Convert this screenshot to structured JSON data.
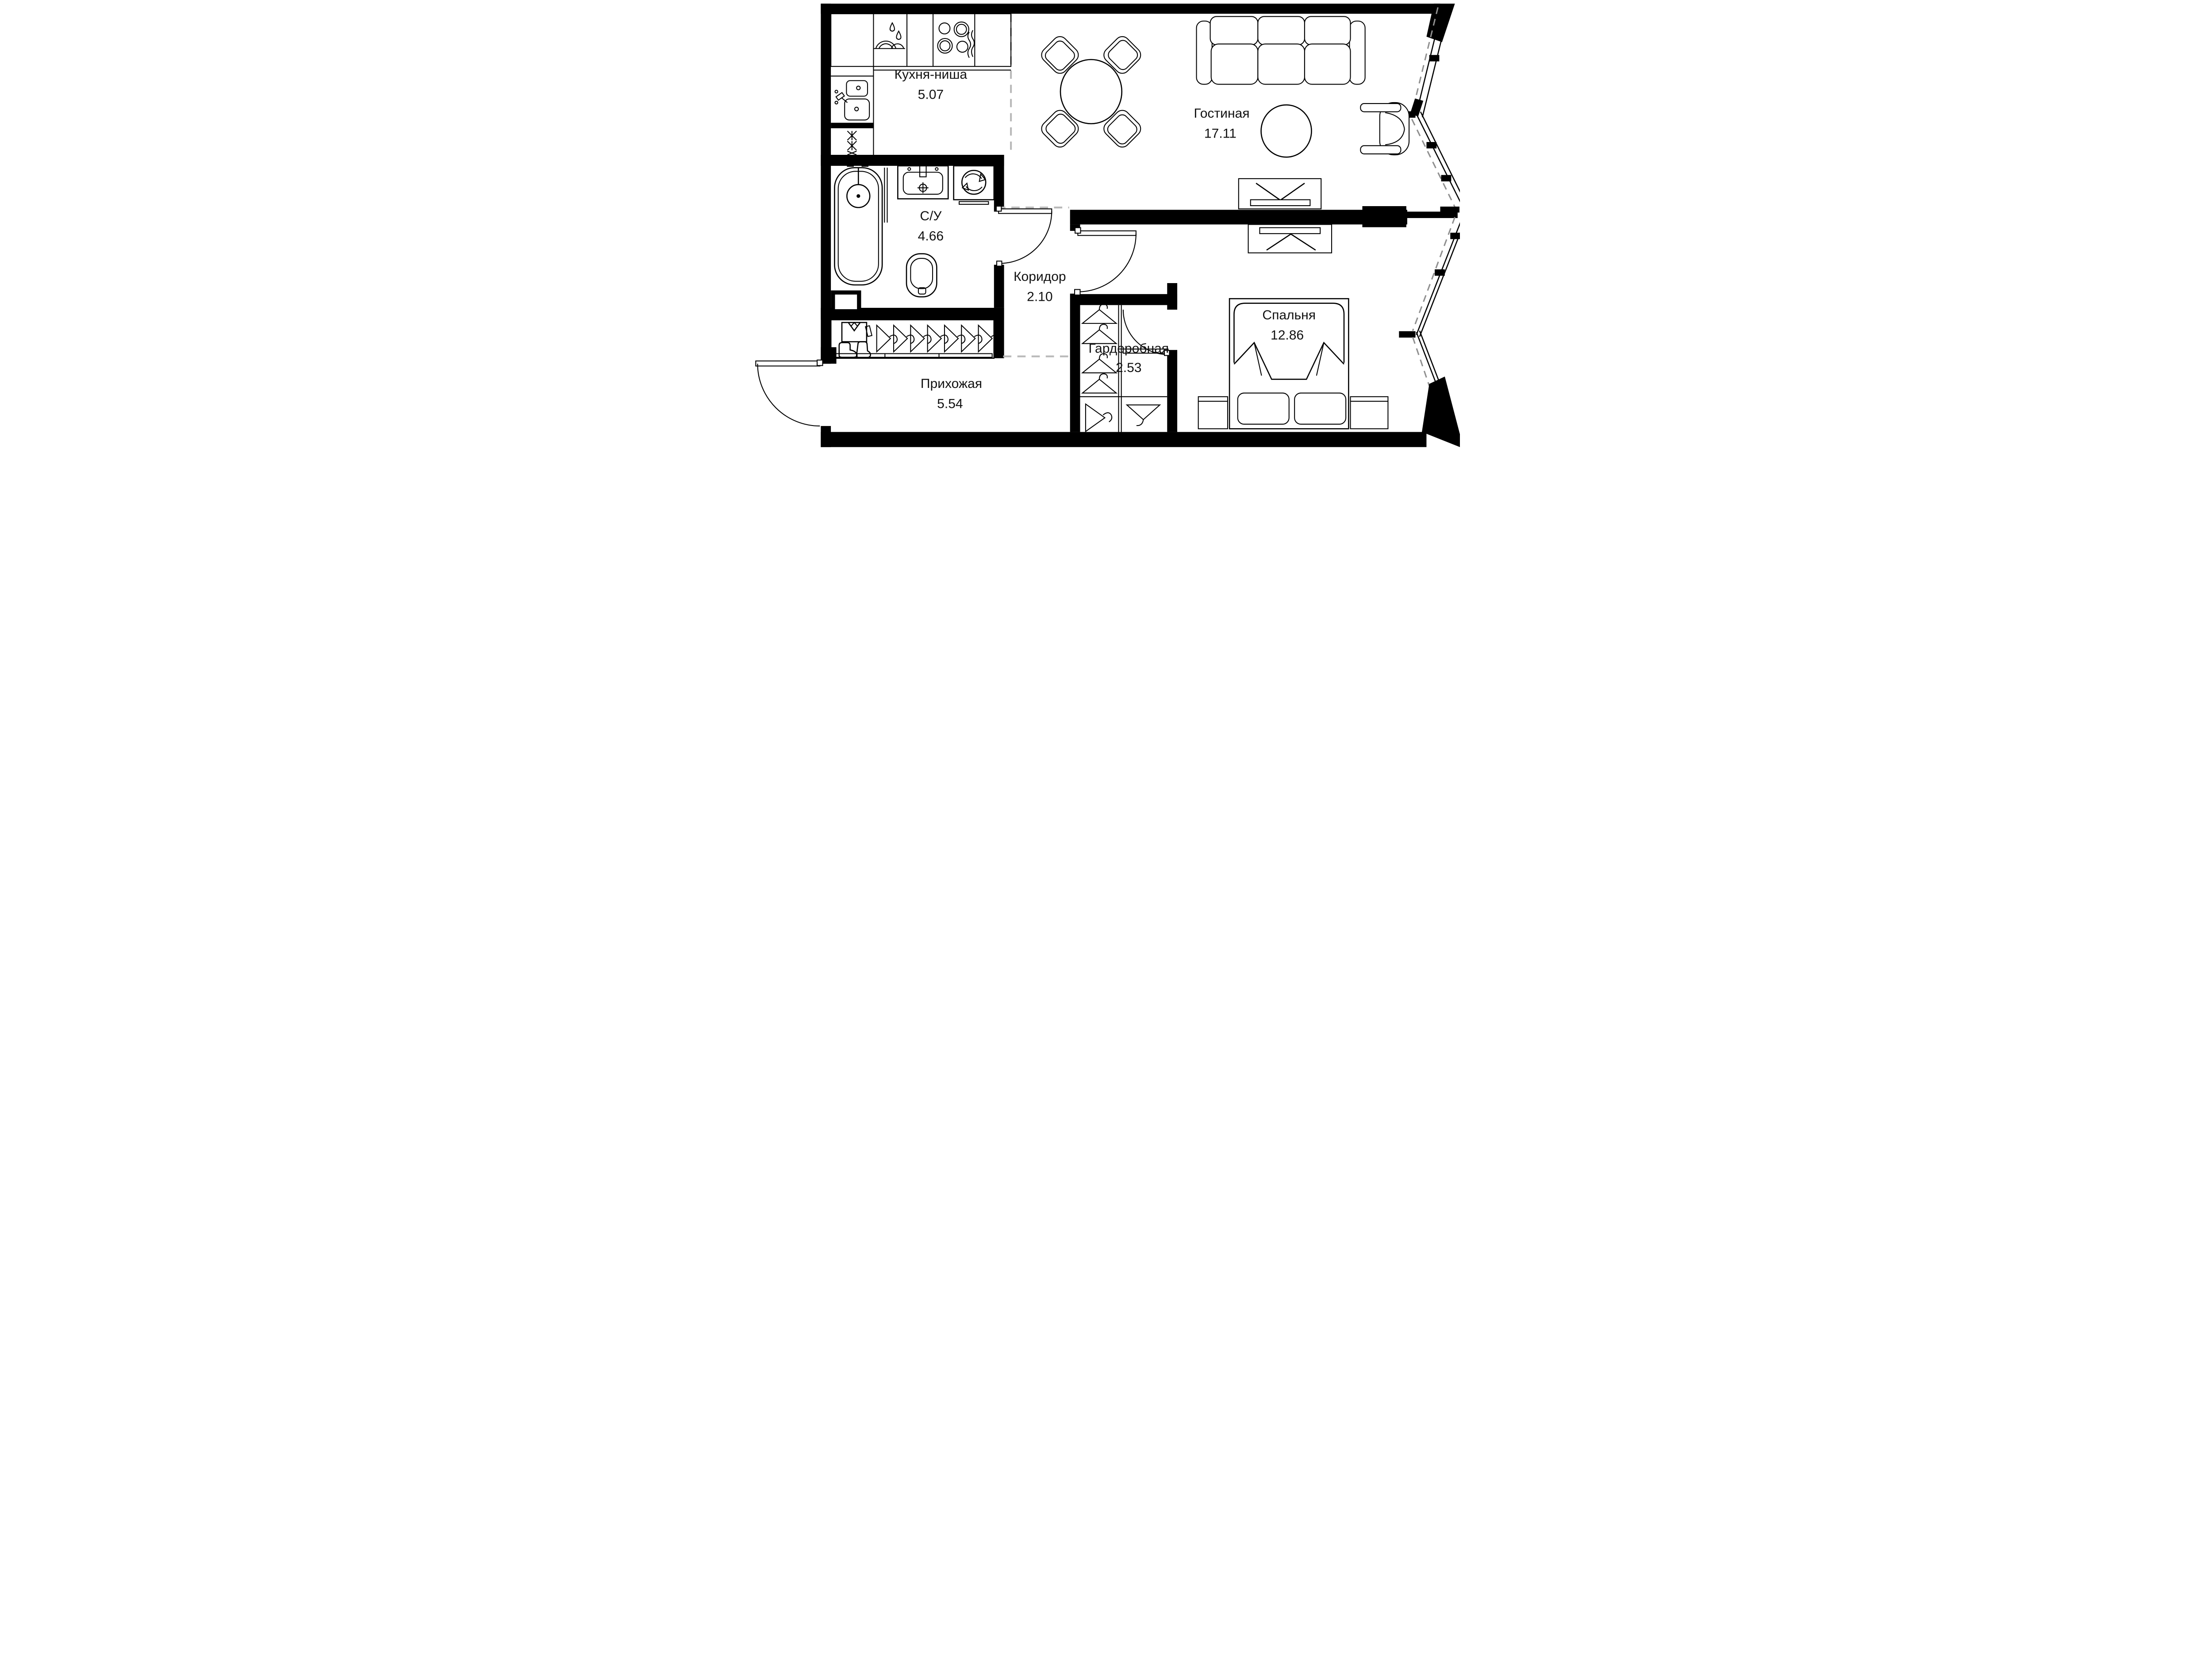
{
  "plan": {
    "type": "apartment-floor-plan",
    "units": "m2",
    "colors": {
      "walls": "#000000",
      "background": "#ffffff",
      "zone_dash": "#b9b9b9",
      "facade_dash": "#8f8f8f",
      "text": "#111111"
    }
  },
  "rooms": [
    {
      "id": "kitchen",
      "name": "Кухня-ниша",
      "area": "5.07"
    },
    {
      "id": "living",
      "name": "Гостиная",
      "area": "17.11"
    },
    {
      "id": "bathroom",
      "name": "С/У",
      "area": "4.66"
    },
    {
      "id": "corridor",
      "name": "Коридор",
      "area": "2.10"
    },
    {
      "id": "wardrobe",
      "name": "Гардеробная",
      "area": "2.53"
    },
    {
      "id": "bedroom",
      "name": "Спальня",
      "area": "12.86"
    },
    {
      "id": "hallway",
      "name": "Прихожая",
      "area": "5.54"
    }
  ]
}
